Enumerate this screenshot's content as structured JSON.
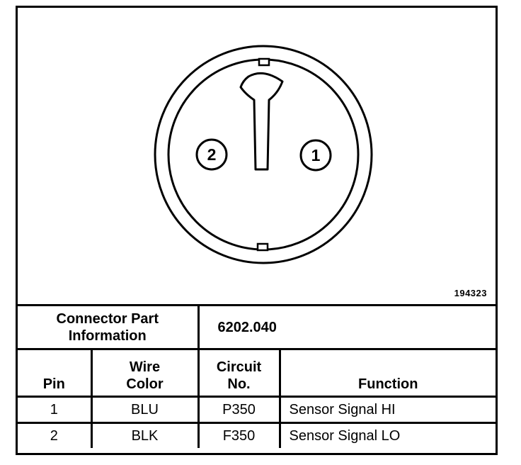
{
  "diagram": {
    "pins": [
      {
        "label": "1"
      },
      {
        "label": "2"
      }
    ],
    "figure_number": "194323"
  },
  "table": {
    "part_label_line1": "Connector Part",
    "part_label_line2": "Information",
    "part_number": "6202.040",
    "headers": {
      "pin": "Pin",
      "wire_color_line1": "Wire",
      "wire_color_line2": "Color",
      "circuit_line1": "Circuit",
      "circuit_line2": "No.",
      "function": "Function"
    },
    "rows": [
      {
        "pin": "1",
        "wire_color": "BLU",
        "circuit": "P350",
        "function": "Sensor Signal HI"
      },
      {
        "pin": "2",
        "wire_color": "BLK",
        "circuit": "F350",
        "function": "Sensor Signal LO"
      }
    ]
  }
}
